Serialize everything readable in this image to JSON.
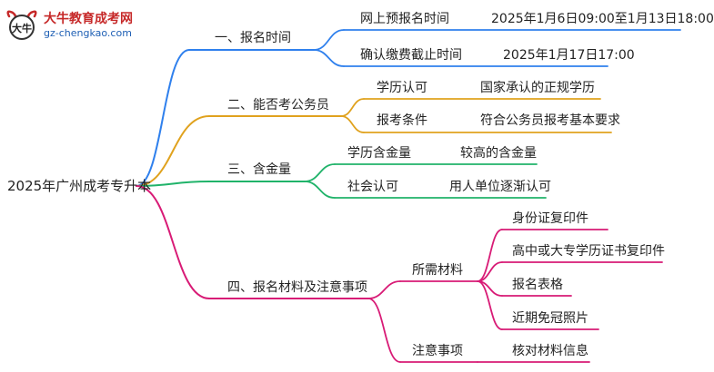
{
  "logo": {
    "title": "大牛教育成考网",
    "url": "gz-chengkao.com",
    "mark_text": "大牛",
    "brand_color": "#c62828"
  },
  "colors": {
    "branch1": "#2f80ed",
    "branch2": "#e0a21e",
    "branch3": "#20b36a",
    "branch4": "#d81b76"
  },
  "root": {
    "label": "2025年广州成考专升本"
  },
  "branches": [
    {
      "label": "一、报名时间",
      "children": [
        {
          "label": "网上预报名时间",
          "value": "2025年1月6日09:00至1月13日18:00"
        },
        {
          "label": "确认缴费截止时间",
          "value": "2025年1月17日17:00"
        }
      ]
    },
    {
      "label": "二、能否考公务员",
      "children": [
        {
          "label": "学历认可",
          "value": "国家承认的正规学历"
        },
        {
          "label": "报考条件",
          "value": "符合公务员报考基本要求"
        }
      ]
    },
    {
      "label": "三、含金量",
      "children": [
        {
          "label": "学历含金量",
          "value": "较高的含金量"
        },
        {
          "label": "社会认可",
          "value": "用人单位逐渐认可"
        }
      ]
    },
    {
      "label": "四、报名材料及注意事项",
      "children": [
        {
          "label": "所需材料",
          "items": [
            "身份证复印件",
            "高中或大专学历证书复印件",
            "报名表格",
            "近期免冠照片"
          ]
        },
        {
          "label": "注意事项",
          "items": [
            "核对材料信息"
          ]
        }
      ]
    }
  ]
}
